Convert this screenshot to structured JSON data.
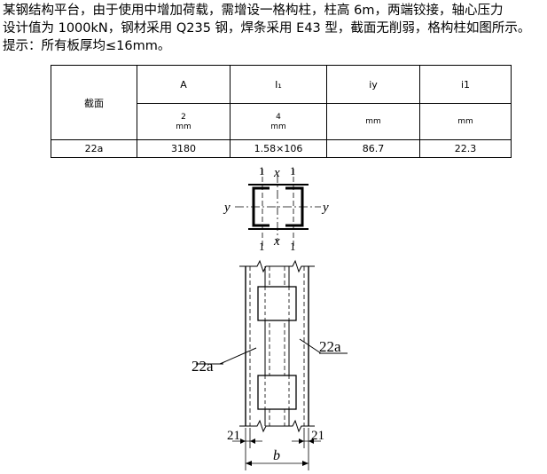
{
  "question": {
    "line1": "某钢结构平台，由于使用中增加荷载，需增设一格构柱，柱高 6m，两端铰接，轴心压力",
    "line2": "设计值为 1000kN，钢材采用 Q235 钢，焊条采用 E43 型，截面无削弱，格构柱如图所示。",
    "line3": "提示：所有板厚均≤16mm。"
  },
  "table": {
    "header_section": "截面",
    "col_A": "A",
    "col_I1": "I₁",
    "col_iy": "iy",
    "col_i1": "i1",
    "unit_A_exp": "2",
    "unit_A": "mm",
    "unit_I1_exp": "4",
    "unit_I1": "mm",
    "unit_iy": "mm",
    "unit_i1": "mm",
    "row_section": "22a",
    "row_A": "3180",
    "row_I1": "1.58×106",
    "row_iy": "86.7",
    "row_i1": "22.3"
  },
  "figure": {
    "axis_x": "x",
    "axis_y": "y",
    "axis_1": "1",
    "label_left": "22a",
    "label_right": "22a",
    "dim_left": "21",
    "dim_right": "21",
    "dim_b": "b"
  }
}
